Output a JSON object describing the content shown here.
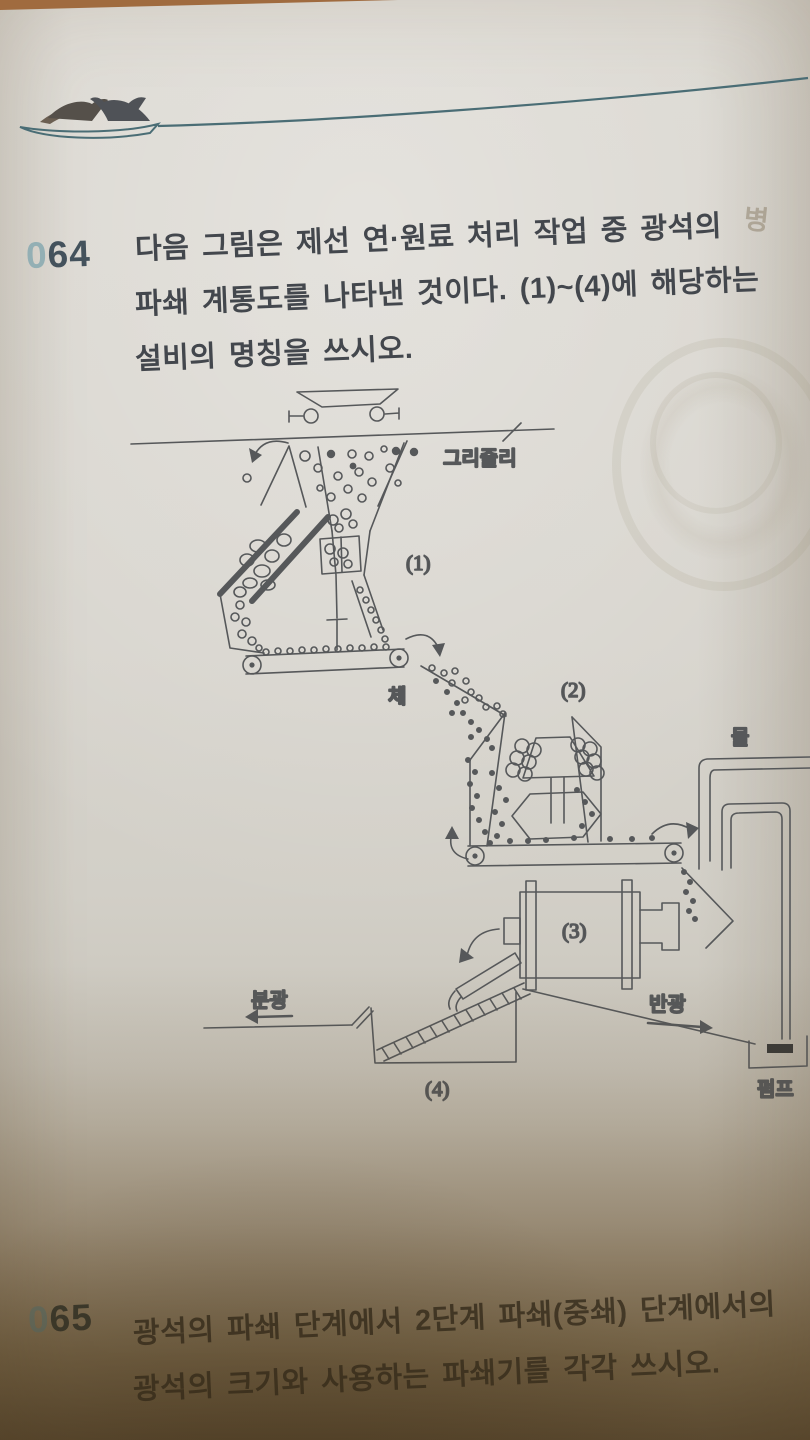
{
  "questions": [
    {
      "number": "064",
      "number_prefix": "0",
      "number_rest": "64",
      "lines": [
        "다음 그림은 제선 연·원료 처리 작업 중 광석의",
        "파쇄 계통도를 나타낸 것이다. (1)~(4)에 해당하는",
        "설비의 명칭을 쓰시오."
      ]
    },
    {
      "number": "065",
      "number_prefix": "0",
      "number_rest": "65",
      "lines": [
        "광석의 파쇄 단계에서 2단계 파쇄(중쇄) 단계에서의",
        "광석의 크기와 사용하는 파쇄기를 각각 쓰시오."
      ]
    }
  ],
  "diagram": {
    "labels": {
      "grizzly": "그리즐리",
      "sieve": "체",
      "water": "물",
      "fine_ore": "분광",
      "return_ore": "반광",
      "pump": "펌프",
      "eq1": "(1)",
      "eq2": "(2)",
      "eq3": "(3)",
      "eq4": "(4)"
    }
  },
  "ghost_text": "병",
  "colors": {
    "number_accent": "#93afb4",
    "number_dark": "#44525c",
    "header_teal": "#4a6d75",
    "ink": "#43474d",
    "diagram_ink": "#56585a"
  }
}
